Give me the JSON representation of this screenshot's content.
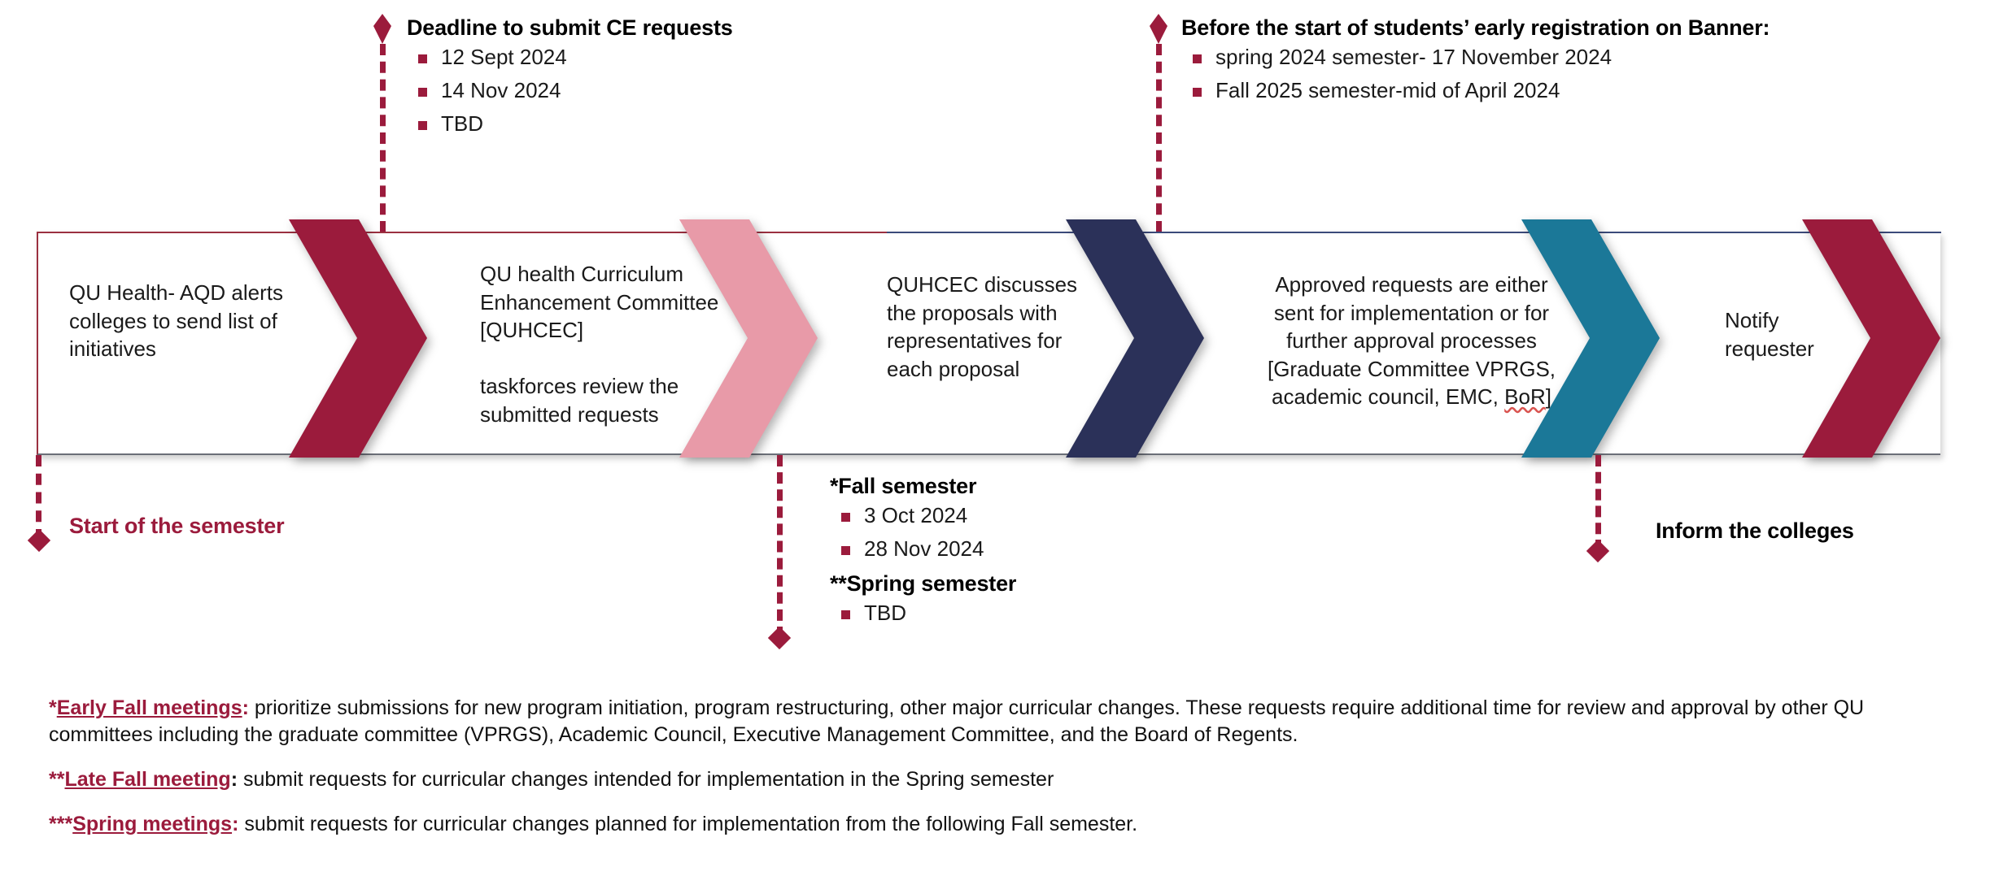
{
  "colors": {
    "maroon": "#9B1B3C",
    "maroon_border": "#9B3040",
    "pink": "#E89AA8",
    "navy": "#2B3159",
    "teal": "#1B7898",
    "text": "#1a1a1a",
    "navy_line": "#3b4a7a"
  },
  "process": {
    "stages": [
      {
        "text": "QU Health- AQD alerts\ncolleges to send list of\ninitiatives",
        "align": "left"
      },
      {
        "text": "QU health Curriculum\nEnhancement Committee\n[QUHCEC]\n\ntaskforces review the\nsubmitted requests",
        "align": "left"
      },
      {
        "text": "QUHCEC discusses\nthe proposals with\nrepresentatives for\neach proposal",
        "align": "left"
      },
      {
        "text": "Approved requests are either\nsent for implementation or for\nfurther approval processes\n[Graduate Committee VPRGS,\nacademic council, EMC, BoR]",
        "align": "center",
        "spellcheck_word": "BoR"
      },
      {
        "text": "Notify\nrequester",
        "align": "left"
      }
    ],
    "arrows": [
      {
        "name": "arrow-1",
        "color": "#9B1B3C"
      },
      {
        "name": "arrow-2",
        "color": "#E89AA8"
      },
      {
        "name": "arrow-3",
        "color": "#2B3159"
      },
      {
        "name": "arrow-4",
        "color": "#1B7898"
      },
      {
        "name": "arrow-5",
        "color": "#9B1B3C"
      }
    ]
  },
  "callouts": {
    "deadline_ce": {
      "title": "Deadline to submit CE requests",
      "items": [
        "12 Sept 2024",
        "14 Nov 2024",
        "TBD"
      ]
    },
    "banner_registration": {
      "title": "Before the start of students’ early registration on Banner:",
      "items": [
        "spring 2024 semester- 17 November 2024",
        "Fall 2025 semester-mid of April 2024"
      ]
    },
    "semesters": {
      "fall_title": "*Fall semester",
      "fall_items": [
        "3 Oct 2024",
        "28 Nov 2024"
      ],
      "spring_title": "**Spring semester",
      "spring_items": [
        "TBD"
      ]
    },
    "start_of_semester": "Start of the semester",
    "inform_colleges": "Inform the colleges"
  },
  "footnotes": [
    {
      "stars": "*",
      "term": "Early Fall meetings",
      "colon": ":",
      "colon_color": "red",
      "body": " prioritize submissions for new program initiation, program restructuring, other major curricular changes. These requests require additional time for review and approval by other QU committees including the graduate committee (VPRGS), Academic Council, Executive Management Committee, and the Board of Regents."
    },
    {
      "stars": "**",
      "term": "Late Fall meeting",
      "colon": ":",
      "colon_color": "black",
      "body": " submit requests for curricular changes intended for implementation in the Spring semester"
    },
    {
      "stars": "***",
      "term": "Spring meetings",
      "colon": ":",
      "colon_color": "red",
      "body": " submit requests for curricular changes planned for implementation from the following Fall semester."
    }
  ]
}
